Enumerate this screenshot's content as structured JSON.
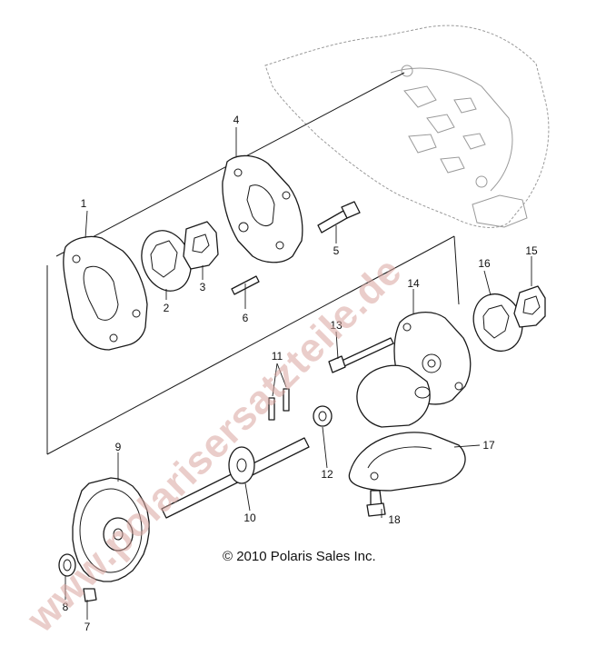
{
  "diagram": {
    "callouts": [
      {
        "id": "c1",
        "label": "1"
      },
      {
        "id": "c2",
        "label": "2"
      },
      {
        "id": "c3",
        "label": "3"
      },
      {
        "id": "c4",
        "label": "4"
      },
      {
        "id": "c5",
        "label": "5"
      },
      {
        "id": "c6",
        "label": "6"
      },
      {
        "id": "c7",
        "label": "7"
      },
      {
        "id": "c8",
        "label": "8"
      },
      {
        "id": "c9",
        "label": "9"
      },
      {
        "id": "c10",
        "label": "10"
      },
      {
        "id": "c11",
        "label": "11"
      },
      {
        "id": "c12",
        "label": "12"
      },
      {
        "id": "c13",
        "label": "13"
      },
      {
        "id": "c14",
        "label": "14"
      },
      {
        "id": "c15",
        "label": "15"
      },
      {
        "id": "c16",
        "label": "16"
      },
      {
        "id": "c17",
        "label": "17"
      },
      {
        "id": "c18",
        "label": "18"
      }
    ],
    "copyright": "© 2010 Polaris Sales Inc.",
    "watermark": "www.polarisersatzteile.de",
    "colors": {
      "line": "#1a1a1a",
      "ghost": "#9a9a9a",
      "watermark": "#d9a6a0"
    }
  }
}
